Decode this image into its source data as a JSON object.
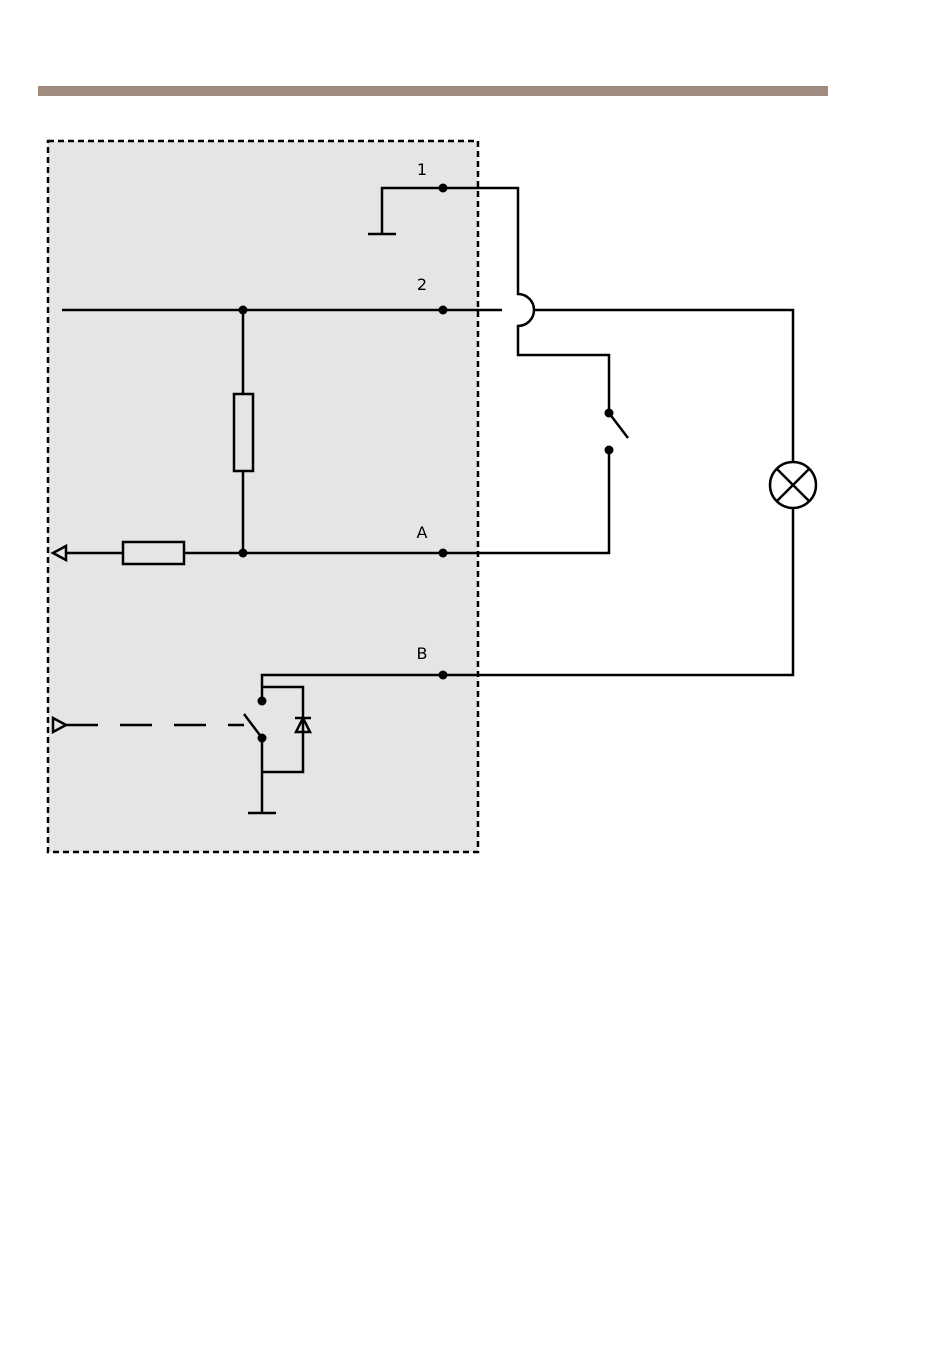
{
  "colors": {
    "header_bar": "#a08c7e",
    "device_area": "#e5e5e5",
    "wire": "#000000"
  },
  "pins": {
    "pin1": "1",
    "pin2": "2",
    "pinA": "A",
    "pinB": "B"
  },
  "icons": {
    "lamp": "lamp-icon",
    "ground": "ground-icon",
    "switch": "switch-icon",
    "resistor": "resistor-icon",
    "diode": "diode-icon"
  }
}
